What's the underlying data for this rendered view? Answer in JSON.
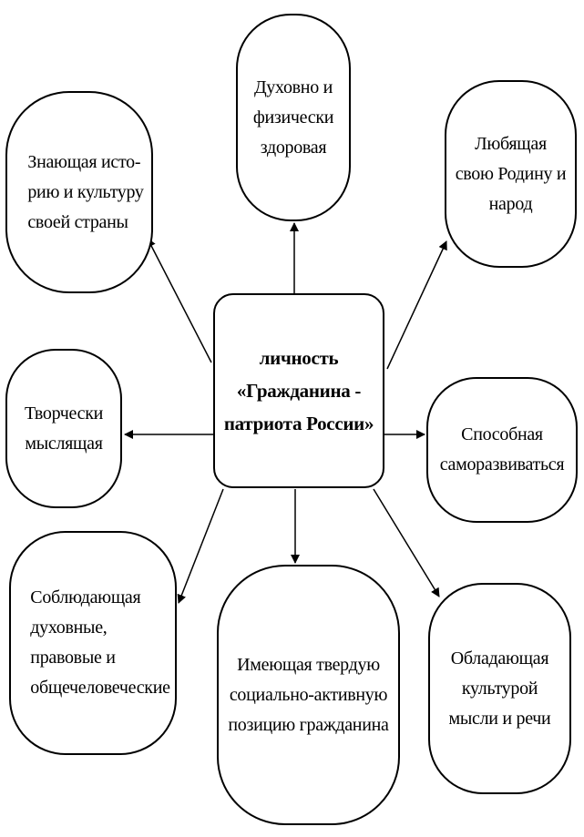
{
  "center": {
    "label": "личность\n«Гражданина -\nпатриота России»"
  },
  "nodes": {
    "history": "Знающая исто-\nрию и культуру\nсвоей страны",
    "health": "Духовно и\nфизически\nздоровая",
    "homeland": "Любящая\nсвою Родину и\nнарод",
    "creative": "Творчески\nмыслящая",
    "selfdev": "Способная\nсаморазвиваться",
    "norms": "Соблюдающая\nдуховные,\nправовые и\nобщечеловеческие",
    "position": "Имеющая твердую\nсоциально-активную\nпозицию гражданина",
    "culture": "Обладающая\nкультурой\nмысли и речи"
  },
  "colors": {
    "line": "#000000",
    "fill": "#ffffff",
    "text": "#000000"
  }
}
